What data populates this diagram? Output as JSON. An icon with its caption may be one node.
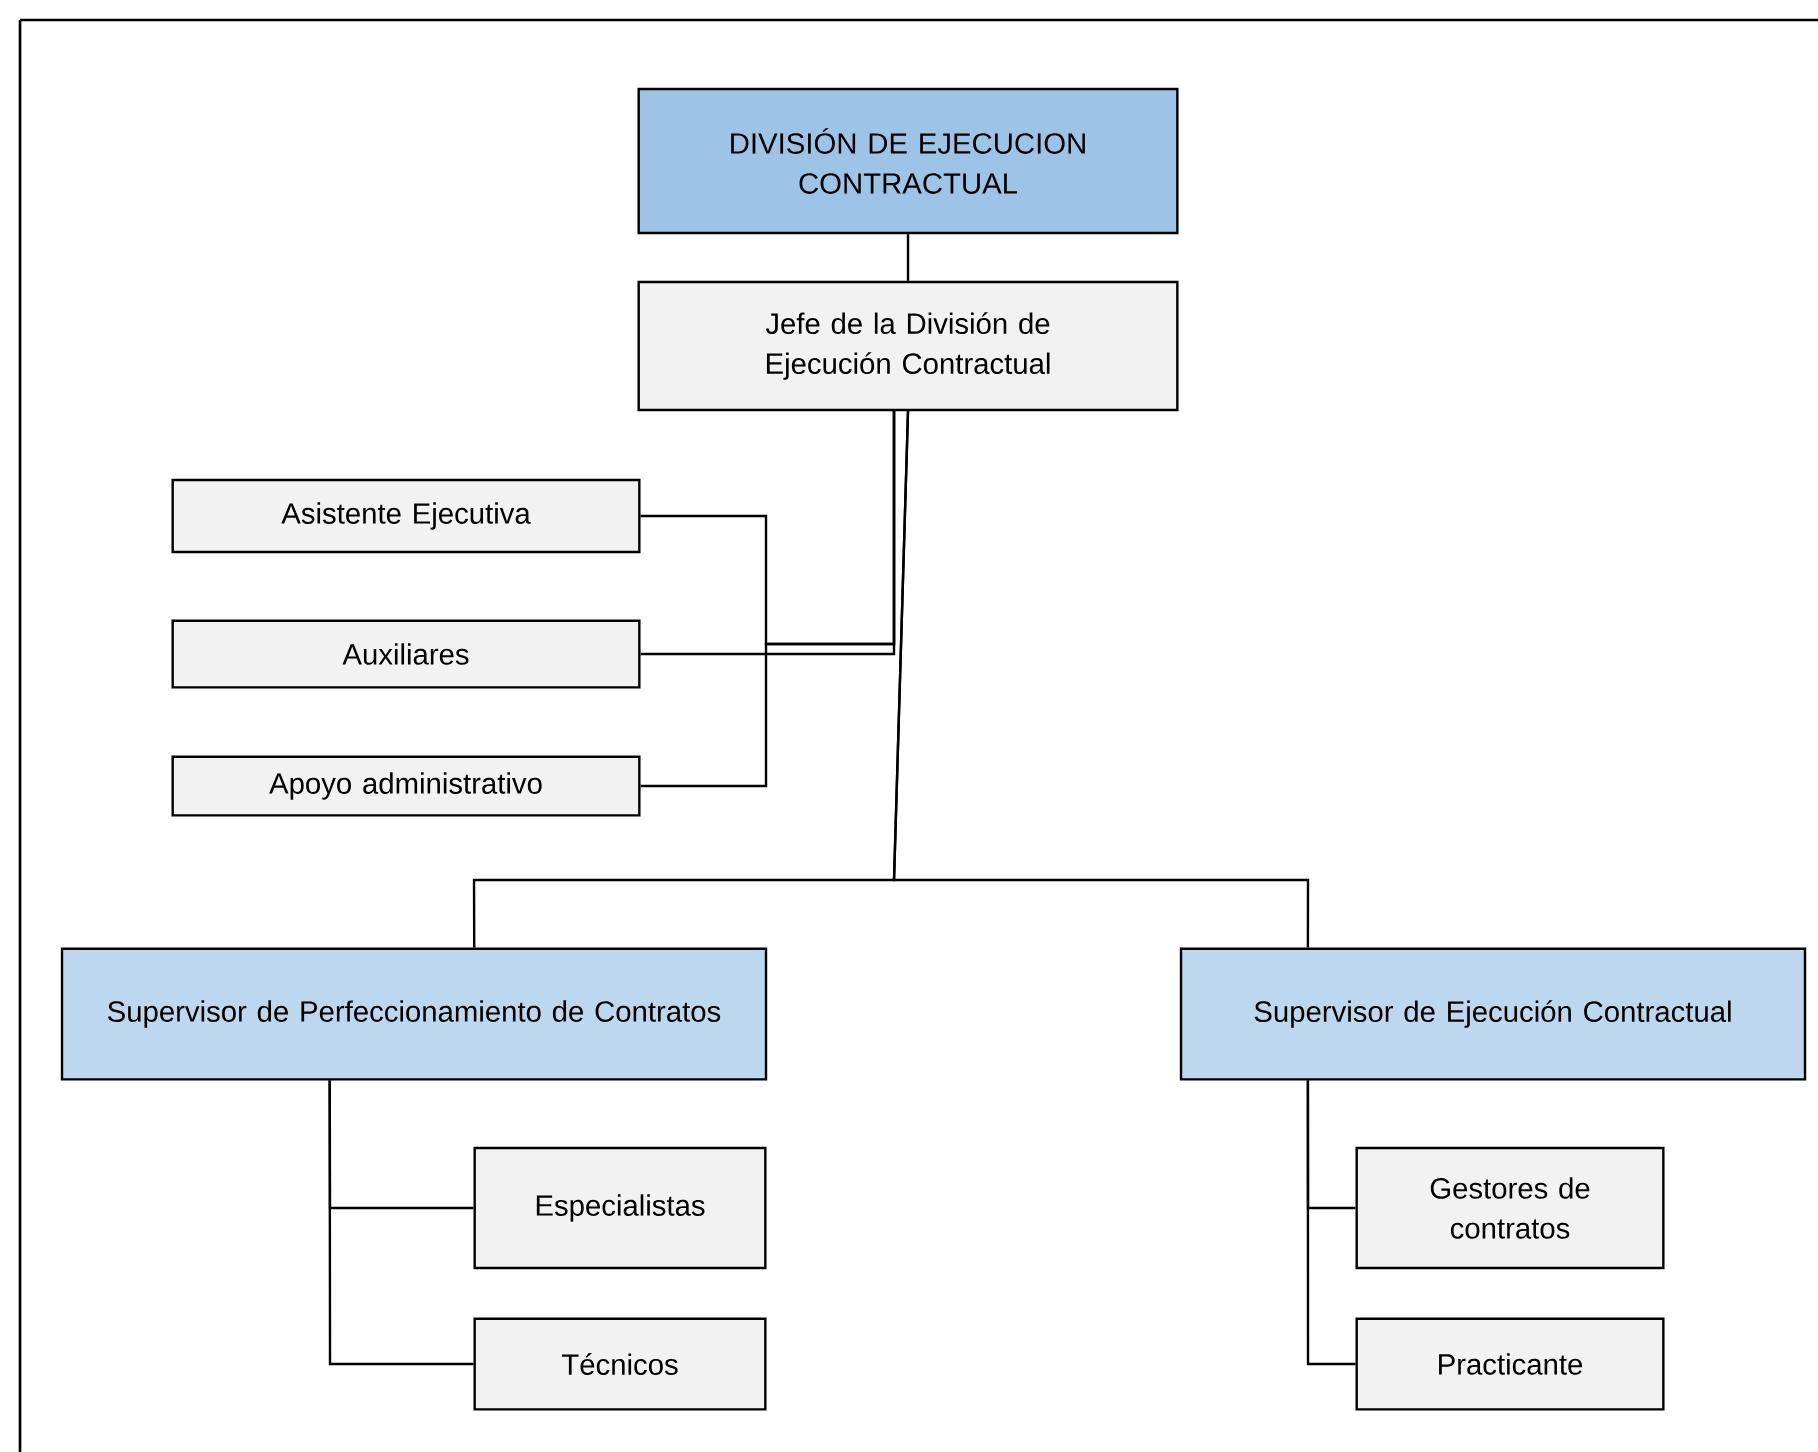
{
  "diagram": {
    "nodes": [
      {
        "text": [
          "DIVISIÓN DE EJECUCION CONTRACTUAL"
        ]
      },
      {
        "text": [
          "Jefe de la División de Ejecución Contractual"
        ]
      },
      {
        "text": [
          "Asistente Ejecutiva"
        ]
      },
      {
        "text": [
          "Auxiliares"
        ]
      },
      {
        "text": [
          "Apoyo administrativo"
        ]
      },
      {
        "text": [
          "Supervisor de Perfeccionamiento de Contratos"
        ]
      },
      {
        "text": [
          "Supervisor de Ejecución Contractual"
        ]
      },
      {
        "text": [
          "Especialistas"
        ]
      },
      {
        "text": [
          "Técnicos"
        ]
      },
      {
        "text": [
          "Gestores de contratos"
        ]
      },
      {
        "text": [
          "Practicante"
        ]
      }
    ],
    "edges": [
      {
        "from": 0,
        "to": 1,
        "arrow": "none"
      },
      {
        "from": 1,
        "to": 2,
        "arrow": "none"
      },
      {
        "from": 1,
        "to": 3,
        "arrow": "none"
      },
      {
        "from": 1,
        "to": 4,
        "arrow": "none"
      },
      {
        "from": 1,
        "to": 5,
        "arrow": "none"
      },
      {
        "from": 1,
        "to": 6,
        "arrow": "none"
      },
      {
        "from": 5,
        "to": 7,
        "arrow": "none"
      },
      {
        "from": 5,
        "to": 8,
        "arrow": "none"
      },
      {
        "from": 6,
        "to": 9,
        "arrow": "none"
      },
      {
        "from": 6,
        "to": 10,
        "arrow": "none"
      }
    ]
  }
}
